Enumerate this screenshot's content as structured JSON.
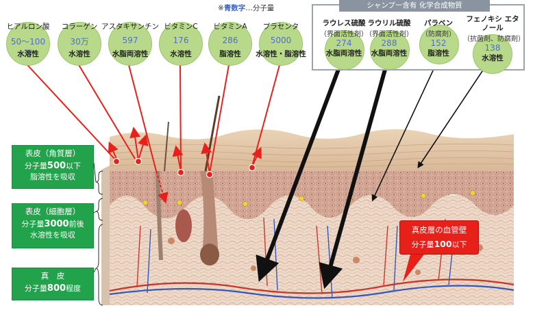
{
  "note": {
    "prefix": "※",
    "blue_text": "青数字",
    "suffix": "…分子量"
  },
  "ingredients": [
    {
      "name": "ヒアルロン酸",
      "mw": "50〜100万",
      "solubility": "水溶性"
    },
    {
      "name": "コラーゲン",
      "mw": "30万",
      "solubility": "水溶性"
    },
    {
      "name": "アスタキサンチン",
      "mw": "597",
      "solubility": "水脂両溶性"
    },
    {
      "name": "ビタミンC",
      "mw": "176",
      "solubility": "水溶性"
    },
    {
      "name": "ビタミンA",
      "mw": "286",
      "solubility": "脂溶性"
    },
    {
      "name": "プラセンタ",
      "mw": "5000",
      "solubility": "水溶性・脂溶性"
    }
  ],
  "shampoo": {
    "title": "シャンプー含有 化学合成物質",
    "chemicals": [
      {
        "name": "ラウレス硫酸",
        "role": "（界面活性剤）",
        "mw": "274",
        "solubility": "水脂両溶性"
      },
      {
        "name": "ラウリル硫酸",
        "role": "（界面活性剤）",
        "mw": "288",
        "solubility": "水脂両溶性"
      },
      {
        "name": "パラベン",
        "role": "（防腐剤）",
        "mw": "152",
        "solubility": "脂溶性"
      },
      {
        "name": "フェノキシ エタノール",
        "role": "（抗菌剤、防腐剤）",
        "mw": "138",
        "solubility": "水溶性"
      }
    ]
  },
  "layers": [
    {
      "title": "表皮（角質層）",
      "line1_prefix": "分子量",
      "line1_value": "500",
      "line1_suffix": "以下",
      "line2": "脂溶性を吸収"
    },
    {
      "title": "表皮（細胞層）",
      "line1_prefix": "分子量",
      "line1_value": "3000",
      "line1_suffix": "前後",
      "line2": "水溶性を吸収"
    },
    {
      "title": "真　皮",
      "line1_prefix": "分子量",
      "line1_value": "800",
      "line1_suffix": "程度",
      "line2": ""
    }
  ],
  "blood_vessel": {
    "title": "真皮層の血管壁",
    "prefix": "分子量",
    "value": "100",
    "suffix": "以下"
  },
  "colors": {
    "green": "#22a24a",
    "red": "#e8201a",
    "circle": "#b8d98a",
    "blue_number": "#4f6fc7"
  }
}
